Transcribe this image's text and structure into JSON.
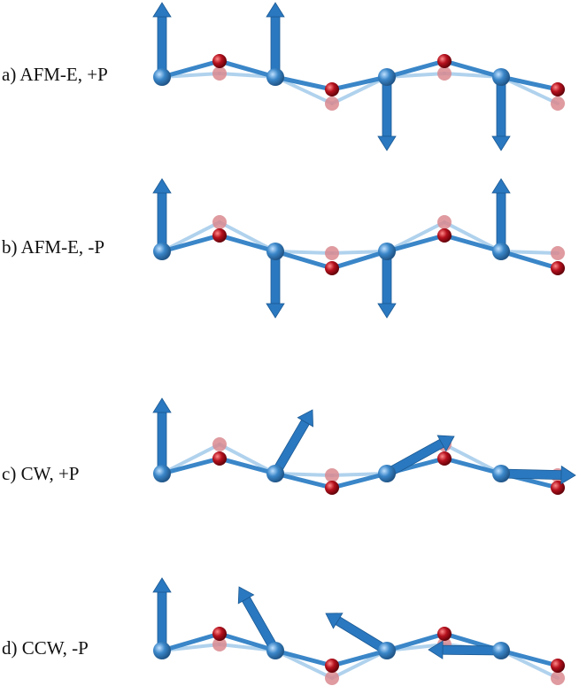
{
  "panels": [
    {
      "label": "a) AFM-E, +P",
      "spins": [
        "up",
        "up",
        "down",
        "down"
      ]
    },
    {
      "label": "b) AFM-E, -P",
      "spins": [
        "up",
        "down",
        "down",
        "up"
      ]
    },
    {
      "label": "c) CW, +P",
      "spins": [
        "up",
        "up-right",
        "right-up",
        "right"
      ]
    },
    {
      "label": "d) CCW, -P",
      "spins": [
        "up",
        "up-left",
        "left-up",
        "left"
      ]
    }
  ],
  "colors": {
    "metal_atom": "#3a86c8",
    "oxygen_atom": "#b5111d",
    "oxygen_ghost": "#d98a8f",
    "spin_arrow": "#2a78c0",
    "bond": "#3a86c8"
  }
}
